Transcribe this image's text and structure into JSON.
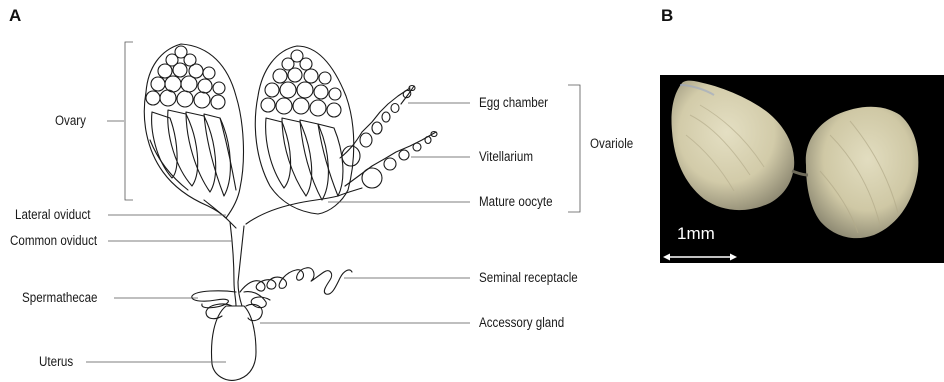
{
  "panel_a": {
    "letter": "A",
    "labels": {
      "ovary": "Ovary",
      "lateral_oviduct": "Lateral oviduct",
      "common_oviduct": "Common oviduct",
      "spermathecae": "Spermathecae",
      "uterus": "Uterus",
      "egg_chamber": "Egg chamber",
      "vitellarium": "Vitellarium",
      "mature_oocyte": "Mature oocyte",
      "ovariole": "Ovariole",
      "seminal_receptacle": "Seminal receptacle",
      "accessory_gland": "Accessory gland"
    }
  },
  "panel_b": {
    "letter": "B",
    "scale_bar_label": "1mm"
  },
  "colors": {
    "line": "#1a1a1a",
    "leader": "#555555",
    "photo_background": "#000000",
    "ovary_tissue": "#d8d2b4"
  }
}
